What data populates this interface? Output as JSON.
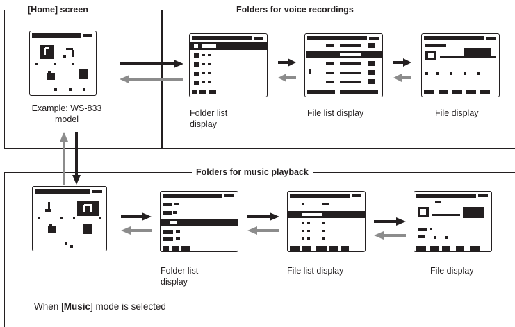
{
  "colors": {
    "ink": "#231f20",
    "forward_arrow": "#231f20",
    "back_arrow": "#8c8c8c"
  },
  "home": {
    "title": "[Home] screen",
    "caption": "Example: WS-833 model"
  },
  "voice": {
    "title": "Folders for voice recordings",
    "captions": {
      "folder_list": "Folder list display",
      "file_list": "File list display",
      "file_display": "File display"
    }
  },
  "music": {
    "title": "Folders for music playback",
    "captions": {
      "folder_list": "Folder list display",
      "file_list": "File list display",
      "file_display": "File display"
    },
    "note_prefix": "When [",
    "note_mode": "Music",
    "note_suffix": "] mode is selected"
  }
}
